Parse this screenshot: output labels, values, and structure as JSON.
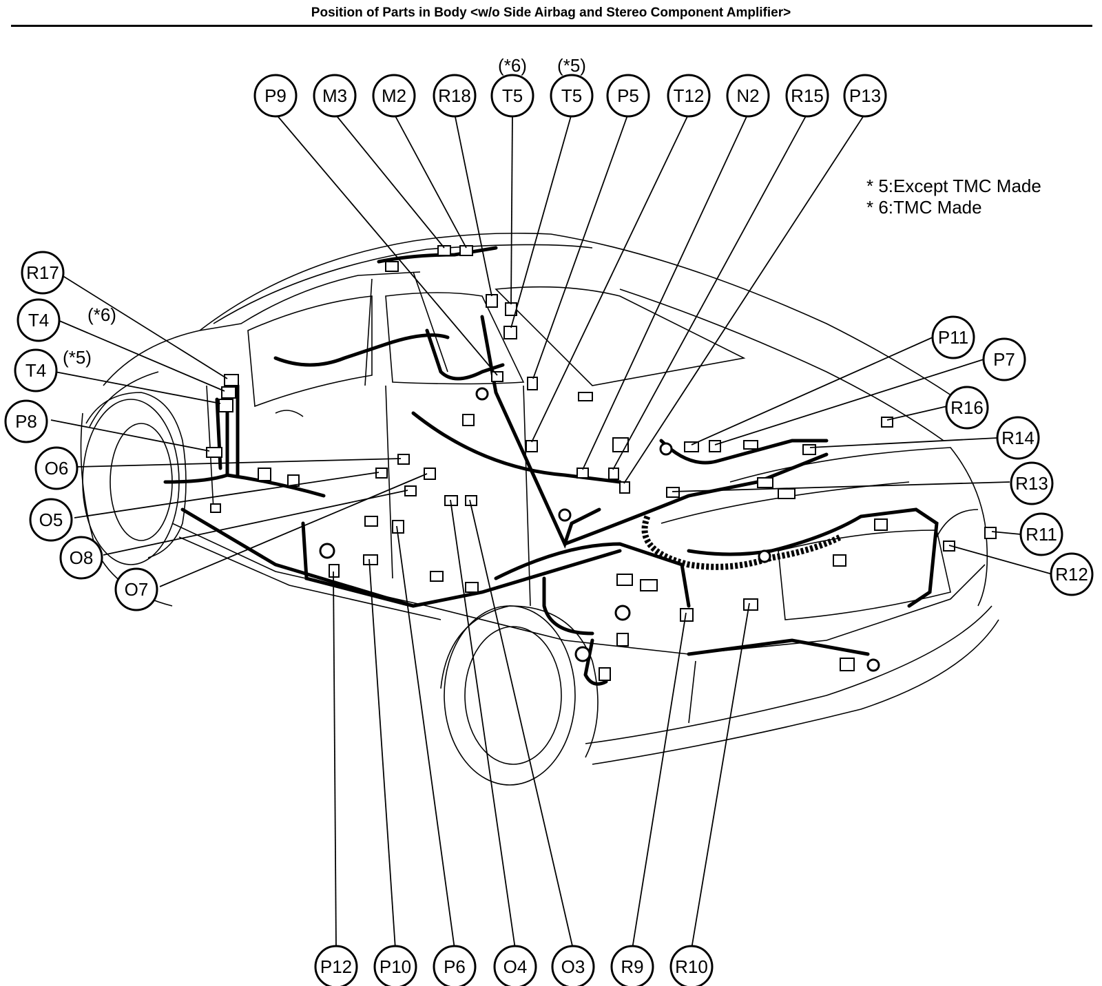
{
  "title": "Position of Parts in Body <w/o Side Airbag and Stereo Component Amplifier>",
  "footnotes": [
    "* 5:Except TMC Made",
    "* 6:TMC Made"
  ],
  "variant_tags": {
    "t5_left": "(*6)",
    "t5_right": "(*5)",
    "t4_upper": "(*6)",
    "t4_lower": "(*5)"
  },
  "labels": {
    "top": [
      "P9",
      "M3",
      "M2",
      "R18",
      "T5",
      "T5",
      "P5",
      "T12",
      "N2",
      "R15",
      "P13"
    ],
    "left": [
      "R17",
      "T4",
      "T4",
      "P8",
      "O6",
      "O5",
      "O8",
      "O7"
    ],
    "right": [
      "P11",
      "P7",
      "R16",
      "R14",
      "R13",
      "R11",
      "R12"
    ],
    "bottom": [
      "P12",
      "P10",
      "P6",
      "O4",
      "O3",
      "R9",
      "R10"
    ]
  },
  "colors": {
    "ink": "#000000",
    "background": "#ffffff"
  }
}
